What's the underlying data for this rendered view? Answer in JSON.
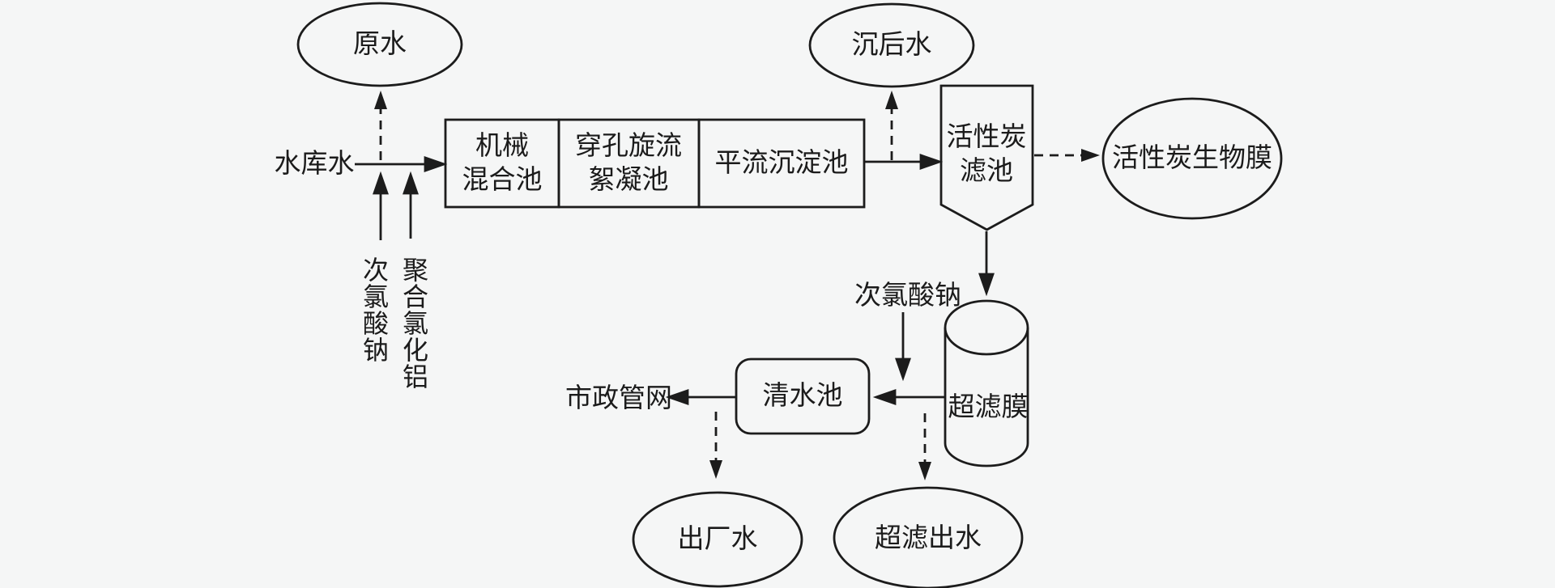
{
  "colors": {
    "background": "#f5f6f6",
    "line": "#1c1c1c",
    "text": "#1b1b1b"
  },
  "labels": {
    "raw_water": "原水",
    "reservoir_water": "水库水",
    "mechanical_mixing_line1": "机械",
    "mechanical_mixing_line2": "混合池",
    "perforated_swirl_line1": "穿孔旋流",
    "perforated_swirl_line2": "絮凝池",
    "horizontal_sedimentation": "平流沉淀池",
    "settled_water": "沉后水",
    "carbon_filter_line1": "活性炭",
    "carbon_filter_line2": "滤池",
    "carbon_biofilm": "活性炭生物膜",
    "sodium_hypochlorite_pre": "次氯酸钠",
    "polyaluminium_chloride": "聚合氯化铝",
    "sodium_hypochlorite_post": "次氯酸钠",
    "uf_membrane": "超滤膜",
    "clear_water_tank": "清水池",
    "municipal_network": "市政管网",
    "factory_water": "出厂水",
    "uf_effluent": "超滤出水"
  }
}
